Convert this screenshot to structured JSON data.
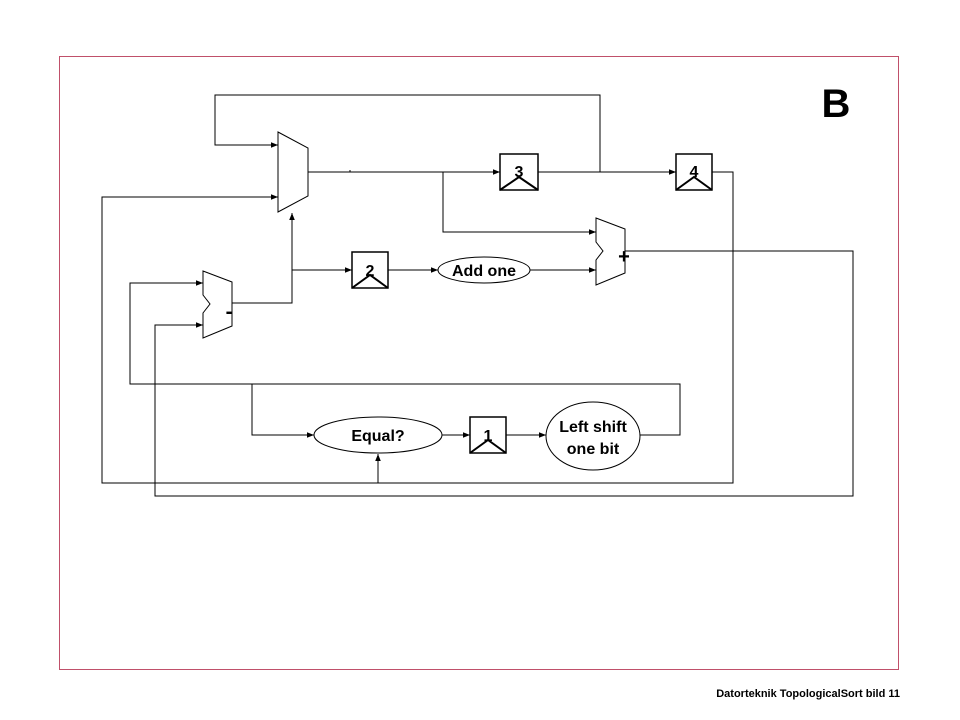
{
  "slide": {
    "title_letter": "B",
    "footer": "Datorteknik TopologicalSort bild 11",
    "frame_color": "#c0506a"
  },
  "diagram": {
    "registers": {
      "r1": "1",
      "r2": "2",
      "r3": "3",
      "r4": "4"
    },
    "alu": {
      "minus": "-",
      "plus": "+"
    },
    "ops": {
      "add_one": "Add one",
      "equal": "Equal?",
      "shift_line1": "Left shift",
      "shift_line2": "one bit"
    }
  }
}
